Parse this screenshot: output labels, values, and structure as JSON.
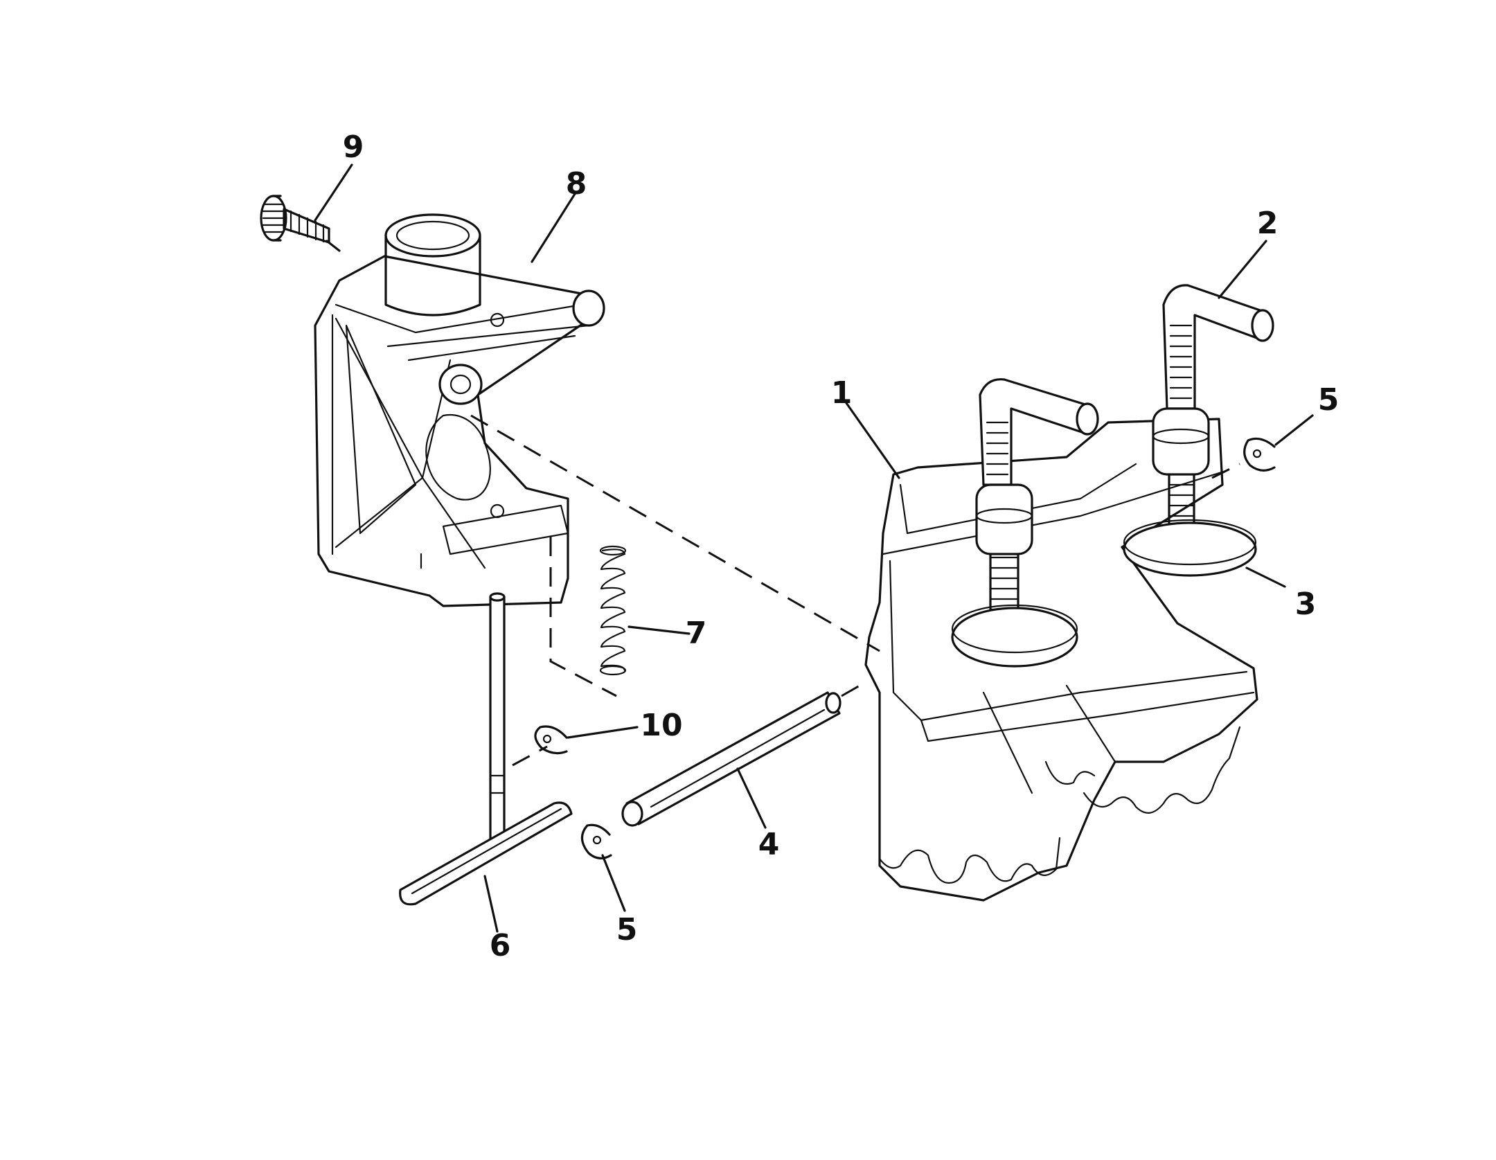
{
  "diagram": {
    "callouts": [
      {
        "id": "c9",
        "label": "9"
      },
      {
        "id": "c8",
        "label": "8"
      },
      {
        "id": "c2",
        "label": "2"
      },
      {
        "id": "c1",
        "label": "1"
      },
      {
        "id": "c5a",
        "label": "5"
      },
      {
        "id": "c3",
        "label": "3"
      },
      {
        "id": "c7",
        "label": "7"
      },
      {
        "id": "c10",
        "label": "10"
      },
      {
        "id": "c4",
        "label": "4"
      },
      {
        "id": "c5b",
        "label": "5"
      },
      {
        "id": "c6",
        "label": "6"
      }
    ]
  }
}
